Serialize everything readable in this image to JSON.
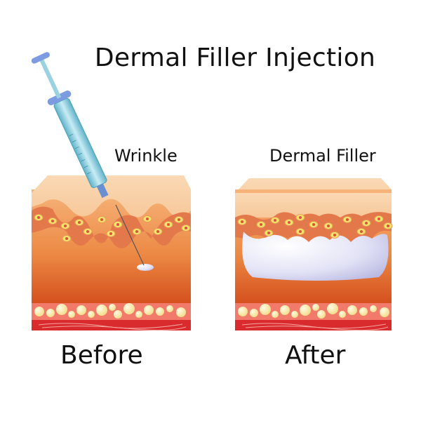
{
  "title": "Dermal Filler Injection",
  "labels": {
    "wrinkle": "Wrinkle",
    "dermal_filler": "Dermal Filler"
  },
  "captions": {
    "before": "Before",
    "after": "After"
  },
  "colors": {
    "epidermis": "#f9cfa4",
    "dermis_top": "#f3a86b",
    "dermis_bottom": "#d9541e",
    "cell_layer": "#e07a4e",
    "cell_yellow": "#f5e66a",
    "fat_layer": "#f07868",
    "fat_globule": "#fbeeb0",
    "muscle": "#d9262c",
    "filler": "#dcdcf2",
    "syringe": "#7fc3d6"
  }
}
